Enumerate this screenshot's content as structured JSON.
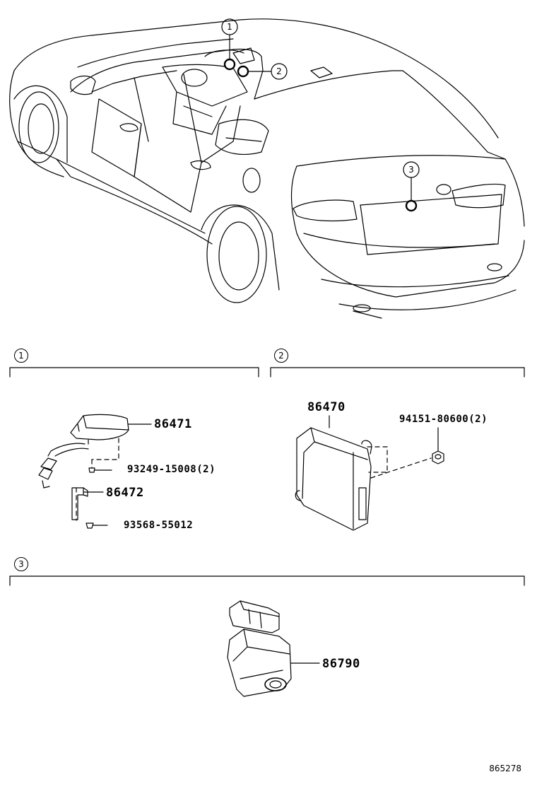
{
  "callouts": {
    "c1": "1",
    "c2": "2",
    "c3": "3"
  },
  "sections": [
    {
      "number": "1"
    },
    {
      "number": "2"
    },
    {
      "number": "3"
    }
  ],
  "parts": {
    "p86471": "86471",
    "p93249": "93249-15008(2)",
    "p86472": "86472",
    "p93568": "93568-55012",
    "p86470": "86470",
    "p94151": "94151-80600(2)",
    "p86790": "86790"
  },
  "illustration_ref": "865278"
}
